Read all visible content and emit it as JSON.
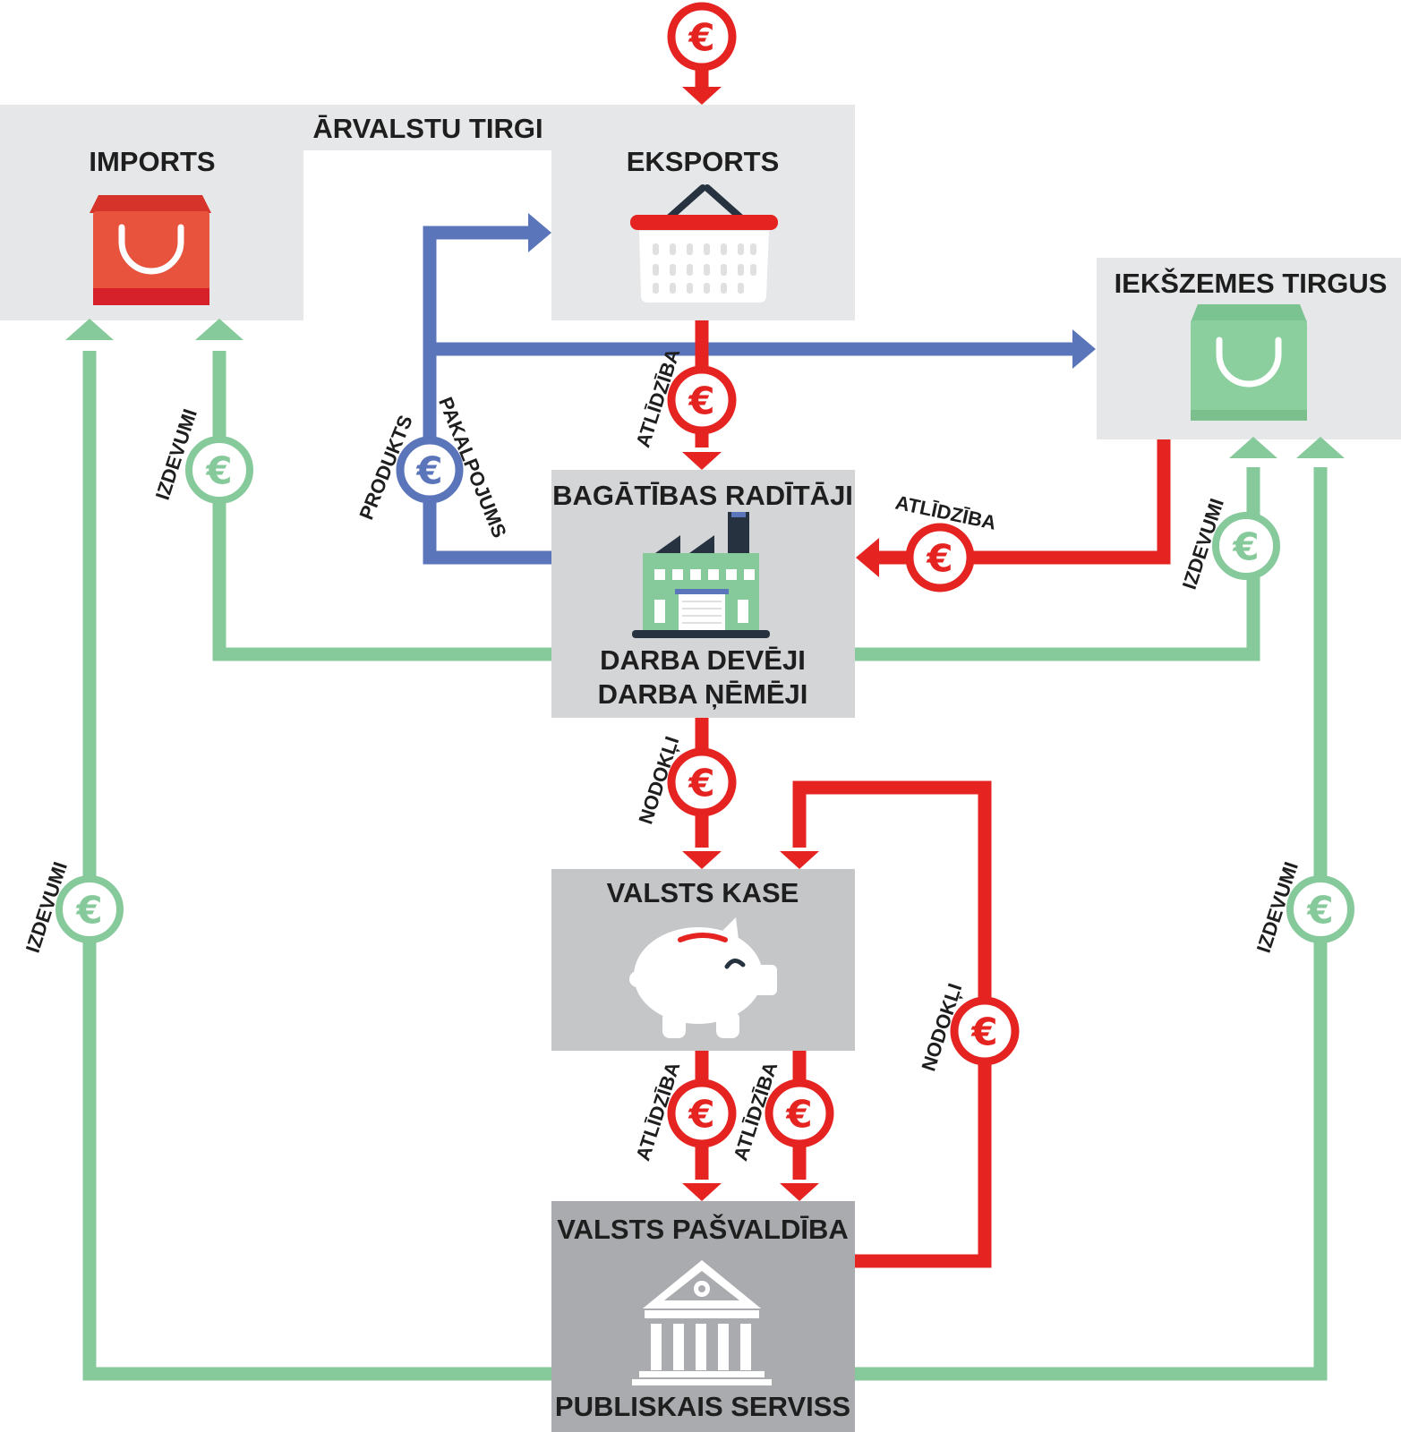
{
  "nodes": {
    "foreign_markets": "ĀRVALSTU TIRGI",
    "imports": "IMPORTS",
    "exports": "EKSPORTS",
    "domestic_market": "IEKŠZEMES TIRGUS",
    "wealth_creators": "BAGĀTĪBAS RADĪTĀJI",
    "employers": "DARBA DEVĒJI",
    "employees": "DARBA ŅĒMĒJI",
    "treasury": "VALSTS KASE",
    "government": "VALSTS PAŠVALDĪBA",
    "public_service": "PUBLISKAIS SERVISS"
  },
  "flow_labels": {
    "remuneration": "ATLĪDZĪBA",
    "expenses": "IZDEVUMI",
    "taxes": "NODOKĻI",
    "product": "PRODUKTS",
    "service": "PAKALPOJUMS"
  },
  "currency_symbol": "€",
  "icons": [
    "shopping-bag-icon",
    "basket-icon",
    "factory-icon",
    "piggy-bank-icon",
    "bank-building-icon"
  ],
  "colors": {
    "money_flow": "#e52421",
    "expense_flow": "#86c99a",
    "goods_flow": "#5b75bb",
    "box_light": "#e6e7e8",
    "box_mid": "#d4d5d7",
    "box_dark": "#c5c6c8",
    "box_darker": "#a9abae"
  }
}
